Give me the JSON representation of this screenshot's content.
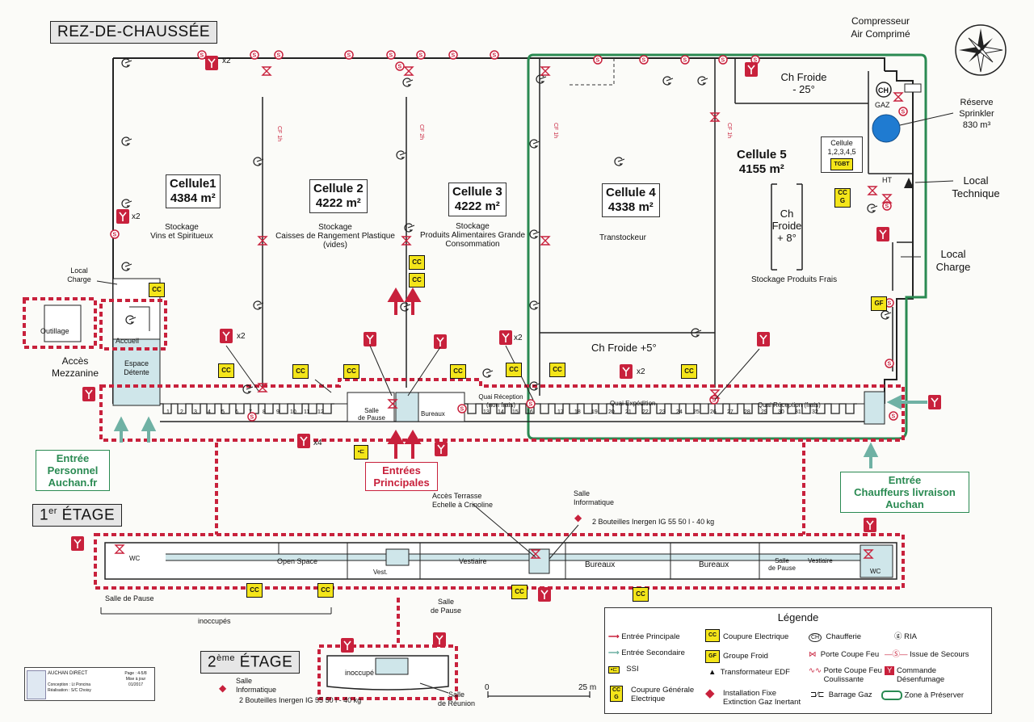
{
  "floors": {
    "ground": "REZ-DE-CHAUSSÉE",
    "first_sup": "er",
    "first_pre": "1",
    "first_post": " ÉTAGE",
    "second_pre": "2",
    "second_sup": "ème",
    "second_post": " ÉTAGE"
  },
  "cells": [
    {
      "name": "Cellule1",
      "area": "4384 m²",
      "use_1": "Stockage",
      "use_2": "Vins et Spiritueux"
    },
    {
      "name": "Cellule 2",
      "area": "4222 m²",
      "use_1": "Stockage",
      "use_2": "Caisses de Rangement Plastique",
      "use_3": "(vides)"
    },
    {
      "name": "Cellule 3",
      "area": "4222 m²",
      "use_1": "Stockage",
      "use_2": "Produits Alimentaires Grande",
      "use_3": "Consommation"
    },
    {
      "name": "Cellule 4",
      "area": "4338 m²",
      "use_1": "Transtockeur"
    },
    {
      "name": "Cellule 5",
      "area": "4155 m²",
      "use_1": "Stockage  Produits Frais"
    }
  ],
  "rooms": {
    "ch_froide_25": "Ch Froide",
    "ch_froide_25_temp": "- 25°",
    "ch_froide_8_a": "Ch",
    "ch_froide_8_b": "Froide",
    "ch_froide_8_c": "+ 8°",
    "ch_froide_5": "Ch Froide +5°",
    "compresseur_1": "Compresseur",
    "compresseur_2": "Air Comprimé",
    "reserve_1": "Réserve",
    "reserve_2": "Sprinkler",
    "reserve_3": "830 m³",
    "cellule_tgbt_1": "Cellule",
    "cellule_tgbt_2": "1,2,3,4,5",
    "tgbt": "TGBT",
    "local_technique_1": "Local",
    "local_technique_2": "Technique",
    "local_charge_1": "Local",
    "local_charge_2": "Charge",
    "local_charge_small_1": "Local",
    "local_charge_small_2": "Charge",
    "outillage": "Outillage",
    "acces_mezz_1": "Accès",
    "acces_mezz_2": "Mezzanine",
    "accueil": "Accueil",
    "espace_1": "Espace",
    "espace_2": "Détente",
    "salle_pause_1": "Salle",
    "salle_pause_2": "de Pause",
    "bureaux_rdc": "Bureaux",
    "quai_reception_nf_1": "Quai Réception",
    "quai_reception_nf_2": "(non frais)",
    "quai_expedition": "Quai Expédition",
    "quai_reception_f": "Quai Réception (frais)",
    "ch": "CH",
    "gaz": "GAZ",
    "ht": "HT"
  },
  "entrances": {
    "personnel_1": "Entrée",
    "personnel_2": "Personnel",
    "personnel_3": "Auchan.fr",
    "principales_1": "Entrées",
    "principales_2": "Principales",
    "chauffeurs_1": "Entrée",
    "chauffeurs_2": "Chauffeurs livraison",
    "chauffeurs_3": "Auchan"
  },
  "first_floor": {
    "wc_left": "WC",
    "open_space": "Open Space",
    "vest": "Vest.",
    "vestiaire_1": "Vestiaire",
    "bureaux_1": "Bureaux",
    "bureaux_2": "Bureaux",
    "salle_pause_1": "Salle",
    "salle_pause_2": "de Pause",
    "vestiaire_2": "Vestiaire",
    "wc_right": "WC",
    "salle_pause_left": "Salle de Pause",
    "salle_pause_mid_1": "Salle",
    "salle_pause_mid_2": "de Pause",
    "inoccupes": "inoccupés",
    "acces_terrasse_1": "Accès Terrasse",
    "acces_terrasse_2": "Echelle à Crinoline",
    "salle_info_1": "Salle",
    "salle_info_2": "Informatique",
    "inergen": "2 Bouteilles Inergen IG 55 50 l - 40 kg"
  },
  "second_floor": {
    "inoccupe": "inoccupé",
    "salle_reunion_1": "Salle",
    "salle_reunion_2": "de Réunion",
    "salle_info_1": "Salle",
    "salle_info_2": "Informatique",
    "inergen": "2 Bouteilles Inergen IG 55 50 l - 40 kg"
  },
  "multipliers": {
    "x2_top": "x2",
    "x2_left": "x2",
    "x2_c1": "x2",
    "x2_c4": "x2",
    "x2_quai": "x2",
    "x4": "x4"
  },
  "cc_labels": {
    "cc": "CC",
    "ccg_1": "CC",
    "ccg_2": "G",
    "gf": "GF"
  },
  "cf_labels": {
    "cf1": "CF 1h",
    "cf2": "CF 2h",
    "cf3": "CF 1h",
    "cf4": "CF 1h"
  },
  "dock_numbers": [
    "1",
    "2",
    "3",
    "4",
    "5",
    "6",
    "7",
    "8",
    "9",
    "10",
    "11",
    "12",
    "13",
    "14",
    "15",
    "16",
    "17",
    "18",
    "19",
    "20",
    "21",
    "22",
    "23",
    "24",
    "25",
    "26",
    "27",
    "28",
    "29",
    "30",
    "31",
    "32"
  ],
  "scale": {
    "zero": "0",
    "max": "25 m"
  },
  "legend": {
    "title": "Légende",
    "entree_principale": "Entrée Principale",
    "entree_secondaire": "Entrée Secondaire",
    "ssi": "SSI",
    "coupure_generale_1": "Coupure Générale",
    "coupure_generale_2": "Electrique",
    "coupure_electrique": "Coupure Electrique",
    "groupe_froid": "Groupe Froid",
    "transformateur": "Transformateur EDF",
    "installation_1": "Installation Fixe",
    "installation_2": "Extinction Gaz Inertant",
    "chaufferie": "Chaufferie",
    "porte_cf": "Porte Coupe Feu",
    "porte_cf_coul_1": "Porte Coupe Feu",
    "porte_cf_coul_2": "Coulissante",
    "barrage_gaz": "Barrage Gaz",
    "ria": "RIA",
    "issue_secours": "Issue de Secours",
    "commande_1": "Commande",
    "commande_2": "Désenfumage",
    "zone": "Zone à Préserver"
  },
  "cartouche": {
    "client": "AUCHAN DIRECT",
    "conception": "Conception : Lt Poncina",
    "realisation": "Réalisation : S/C Choisy",
    "page": "Page : 4-5/8",
    "maj": "Mise à jour",
    "date": "01/2017"
  },
  "colors": {
    "red": "#c8213c",
    "green": "#2a8a52",
    "teal": "#6fb1a4",
    "yellow": "#f4e51a",
    "blue": "#1f7bd1"
  }
}
